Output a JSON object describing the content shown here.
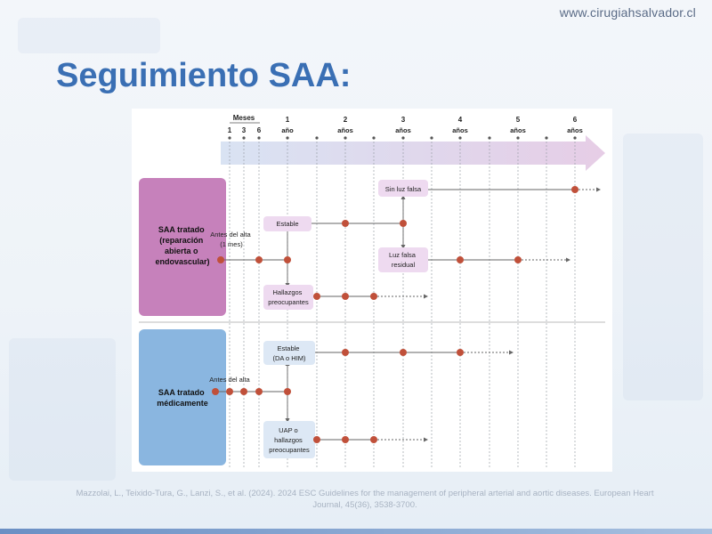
{
  "website": "www.cirugiahsalvador.cl",
  "slide_title": "Seguimiento SAA:",
  "timeline": {
    "months_label": "Meses",
    "month_ticks": [
      "1",
      "3",
      "6"
    ],
    "year_ticks": [
      {
        "num": "1",
        "unit": "año"
      },
      {
        "num": "2",
        "unit": "años"
      },
      {
        "num": "3",
        "unit": "años"
      },
      {
        "num": "4",
        "unit": "años"
      },
      {
        "num": "5",
        "unit": "años"
      },
      {
        "num": "6",
        "unit": "años"
      }
    ]
  },
  "group_treated": {
    "label_lines": [
      "SAA tratado",
      "(reparación",
      "abierta o",
      "endovascular)"
    ],
    "before_discharge_lines": [
      "Antes del alta",
      "(1 mes)"
    ],
    "box_stable": "Estable",
    "box_worrying_lines": [
      "Hallazgos",
      "preocupantes"
    ],
    "box_no_false_lumen": "Sin luz falsa",
    "box_residual_lines": [
      "Luz falsa",
      "residual"
    ]
  },
  "group_medical": {
    "label_lines": [
      "SAA tratado",
      "médicamente"
    ],
    "before_discharge": "Antes del alta",
    "box_stable_lines": [
      "Estable",
      "(DA o HIM)"
    ],
    "box_worrying_lines": [
      "UAP o",
      "hallazgos",
      "preocupantes"
    ]
  },
  "colors": {
    "treated_label_bg": "#c681bb",
    "medical_label_bg": "#8ab6e0",
    "treated_box_bg": "#eedaf0",
    "medical_box_bg": "#dde8f5",
    "dot": "#c0503a",
    "title": "#3a6fb4"
  },
  "citation_lines": [
    "Mazzolai, L., Teixido-Tura, G., Lanzi, S., et al.  (2024). 2024 ESC Guidelines for the management of peripheral arterial and aortic diseases. European Heart",
    "Journal, 45(36), 3538-3700."
  ]
}
